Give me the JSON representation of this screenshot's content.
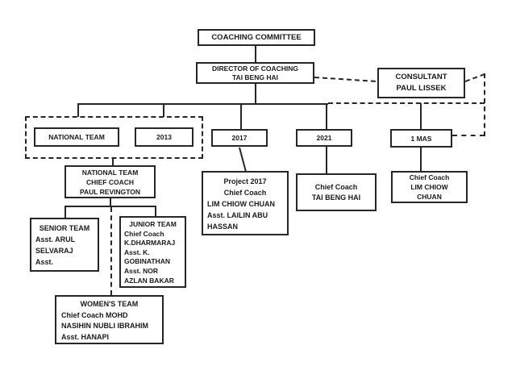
{
  "diagram": {
    "committee": {
      "title": "COACHING COMMITTEE"
    },
    "director": {
      "line1": "DIRECTOR OF COACHING",
      "line2": "TAI BENG HAI"
    },
    "consultant": {
      "line1": "CONSULTANT",
      "line2": "PAUL LISSEK"
    },
    "national_team_group": {
      "label": "NATIONAL TEAM",
      "year": "2013"
    },
    "programs": {
      "p2017": "2017",
      "p2021": "2021",
      "p1mas": "1 MAS"
    },
    "nt_chief": {
      "line1": "NATIONAL TEAM",
      "line2": "CHIEF COACH",
      "line3": "PAUL REVINGTON"
    },
    "project_2017": {
      "line1": "Project 2017",
      "line2": "Chief Coach",
      "line3": "LIM CHIOW CHUAN",
      "line4": "Asst. LAILIN ABU",
      "line5": "HASSAN"
    },
    "coach_2021": {
      "line1": "Chief Coach",
      "line2": "TAI BENG HAI"
    },
    "coach_1mas": {
      "line1": "Chief Coach",
      "line2": "LIM CHIOW",
      "line3": "CHUAN"
    },
    "senior_team": {
      "line1": "SENIOR TEAM",
      "line2": "Asst. ARUL",
      "line3": "SELVARAJ",
      "line4": "Asst."
    },
    "junior_team": {
      "line1": "JUNIOR TEAM",
      "line2": "Chief Coach",
      "line3": "K.DHARMARAJ",
      "line4": "Asst. K.",
      "line5": "GOBINATHAN",
      "line6": "Asst. NOR",
      "line7": "AZLAN BAKAR"
    },
    "womens_team": {
      "line1": "WOMEN'S TEAM",
      "line2": "Chief Coach MOHD",
      "line3": "NASIHIN NUBLI IBRAHIM",
      "line4": "Asst. HANAPI"
    }
  },
  "colors": {
    "line": "#262626",
    "background": "#ffffff",
    "text": "#1a1a1a"
  }
}
